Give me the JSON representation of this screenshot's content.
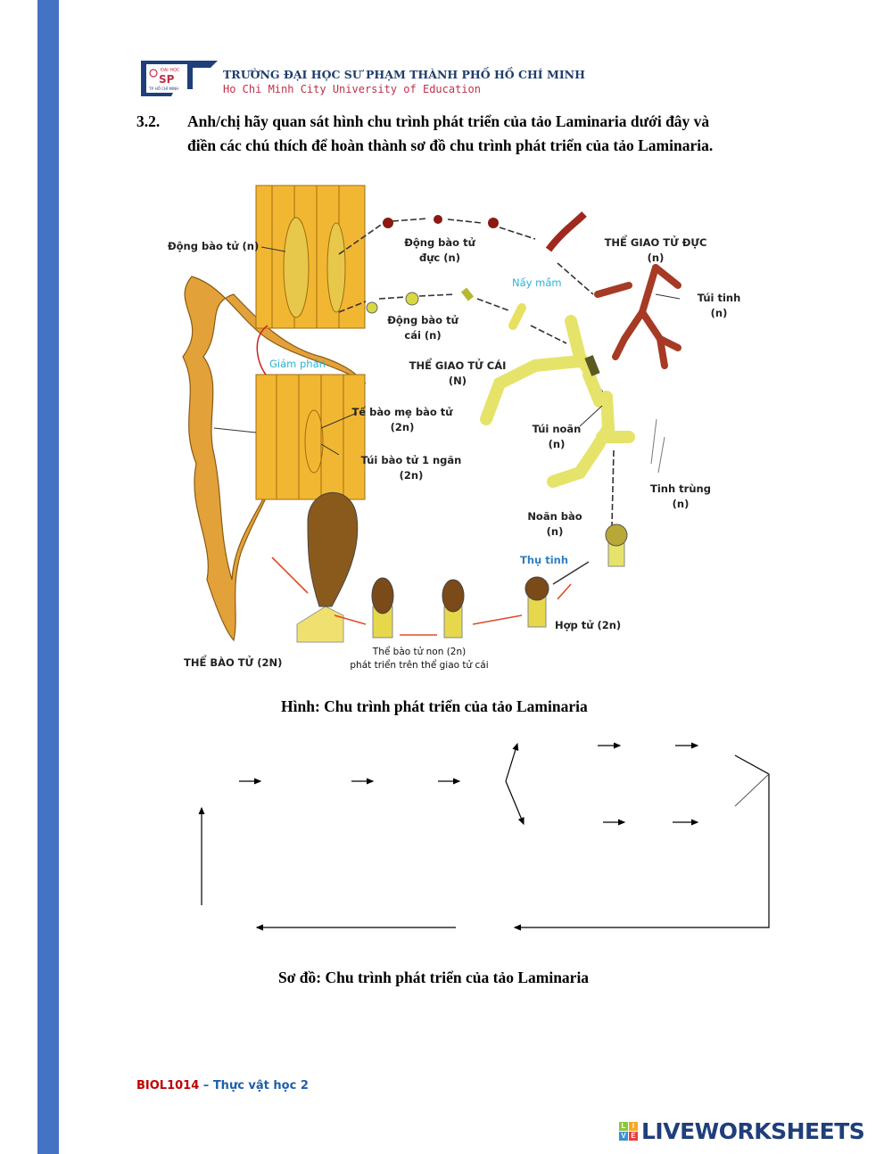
{
  "header": {
    "logo_text": {
      "top": "ĐẠI HỌC",
      "main": "SP",
      "bottom": "TP. HỒ CHÍ MINH"
    },
    "university_vn": "TRƯỜNG ĐẠI HỌC SƯ PHẠM THÀNH PHỐ HỒ CHÍ MINH",
    "university_en": "Ho Chi Minh City University of Education"
  },
  "question": {
    "number": "3.2.",
    "line1": "Anh/chị hãy quan sát hình chu trình phát triển của tảo Laminaria dưới đây và",
    "line2": "điền các chú thích để hoàn thành sơ đồ chu trình phát triển của tảo Laminaria."
  },
  "figure": {
    "labels": {
      "dong_bao_tu": "Động bào tử (n)",
      "dong_bao_tu_duc_1": "Động bào tử",
      "dong_bao_tu_duc_2": "đực (n)",
      "giao_tu_duc_1": "THỂ GIAO TỬ ĐỰC",
      "giao_tu_duc_2": "(n)",
      "nay_mam": "Nấy mầm",
      "tui_tinh_1": "Túi tinh",
      "tui_tinh_2": "(n)",
      "dong_bao_tu_cai_1": "Động bào tử",
      "dong_bao_tu_cai_2": "cái (n)",
      "giam_phan": "Giảm phân",
      "giao_tu_cai_1": "THỂ GIAO TỬ CÁI",
      "giao_tu_cai_2": "(N)",
      "te_bao_me_1": "Tế bào mẹ bào tử",
      "te_bao_me_2": "(2n)",
      "tui_bao_tu_1": "Túi bào tử 1 ngăn",
      "tui_bao_tu_2": "(2n)",
      "tui_noan_1": "Túi noãn",
      "tui_noan_2": "(n)",
      "tinh_trung_1": "Tinh trùng",
      "tinh_trung_2": "(n)",
      "noan_bao_1": "Noãn bào",
      "noan_bao_2": "(n)",
      "thu_tinh": "Thụ tinh",
      "hop_tu": "Hợp tử (2n)",
      "the_bao_tu": "THỂ BÀO TỬ (2N)",
      "bao_tu_non_1": "Thể bào tử non (2n)",
      "bao_tu_non_2": "phát triển trên thể giao tử cái"
    },
    "caption": "Hình: Chu trình phát triển của tảo Laminaria"
  },
  "schema": {
    "caption": "Sơ đồ: Chu trình phát triển của tảo Laminaria"
  },
  "footer": {
    "course_code": "BIOL1014",
    "course_name": " – Thực vật học 2"
  },
  "watermark": {
    "badge_letters": [
      "L",
      "I",
      "V",
      "E"
    ],
    "text": "LIVEWORKSHEETS"
  },
  "colors": {
    "sidebar": "#4472c4",
    "accent_cyan": "#2bb3d6",
    "footer_red": "#c00000",
    "footer_blue": "#1f5fa8"
  }
}
